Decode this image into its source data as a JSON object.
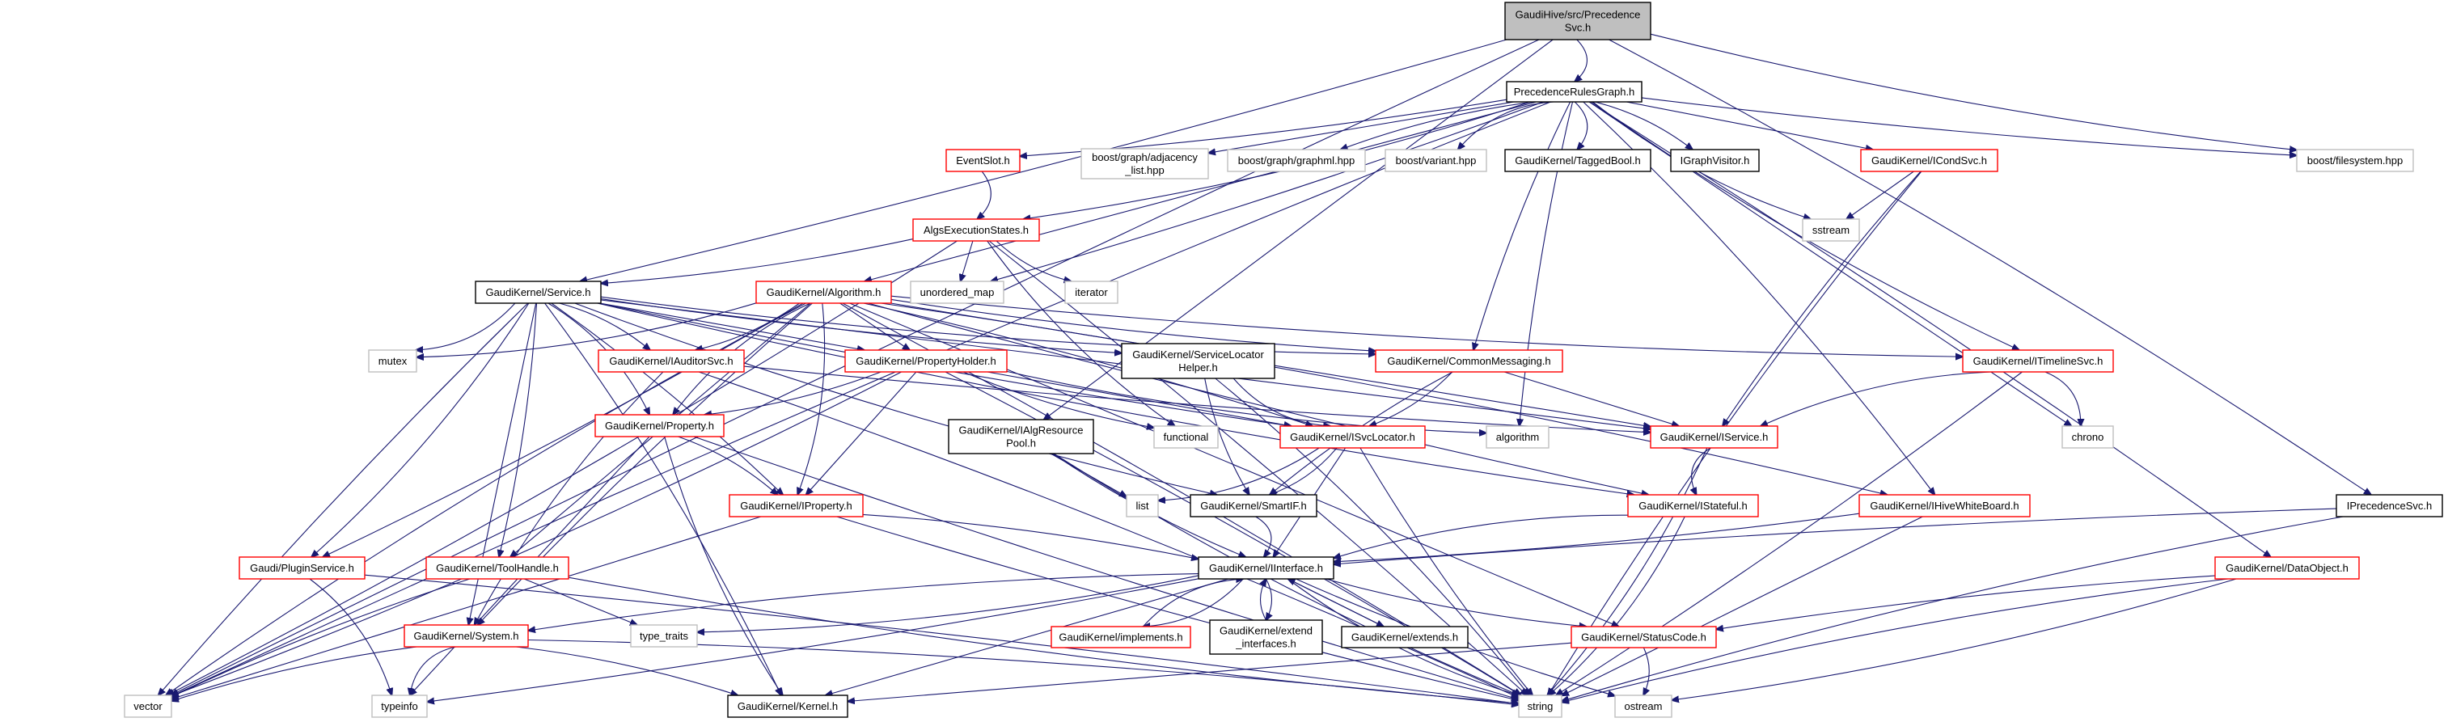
{
  "diagram": {
    "type": "include-dependency-graph",
    "colors": {
      "root_fill": "#bfbfbf",
      "root_border": "#000000",
      "documented_border": "#000000",
      "incomplete_border": "#ff0000",
      "external_border": "#bfbfbf",
      "edge": "#191970"
    },
    "nodes": {
      "root": {
        "lines": [
          "GaudiHive/src/Precedence",
          "Svc.h"
        ],
        "kind": "root"
      },
      "prg": {
        "lines": [
          "PrecedenceRulesGraph.h"
        ],
        "kind": "documented"
      },
      "eventslot": {
        "lines": [
          "EventSlot.h"
        ],
        "kind": "incomplete"
      },
      "adjlist": {
        "lines": [
          "boost/graph/adjacency",
          "_list.hpp"
        ],
        "kind": "external"
      },
      "graphml": {
        "lines": [
          "boost/graph/graphml.hpp"
        ],
        "kind": "external"
      },
      "variant": {
        "lines": [
          "boost/variant.hpp"
        ],
        "kind": "external"
      },
      "taggedbool": {
        "lines": [
          "GaudiKernel/TaggedBool.h"
        ],
        "kind": "documented"
      },
      "igraphvisitor": {
        "lines": [
          "IGraphVisitor.h"
        ],
        "kind": "documented"
      },
      "icondsvc": {
        "lines": [
          "GaudiKernel/ICondSvc.h"
        ],
        "kind": "incomplete"
      },
      "filesystem": {
        "lines": [
          "boost/filesystem.hpp"
        ],
        "kind": "external"
      },
      "sstream": {
        "lines": [
          "sstream"
        ],
        "kind": "external"
      },
      "algsexec": {
        "lines": [
          "AlgsExecutionStates.h"
        ],
        "kind": "incomplete"
      },
      "unordered_map": {
        "lines": [
          "unordered_map"
        ],
        "kind": "external"
      },
      "iterator": {
        "lines": [
          "iterator"
        ],
        "kind": "external"
      },
      "service": {
        "lines": [
          "GaudiKernel/Service.h"
        ],
        "kind": "documented"
      },
      "algorithm_h": {
        "lines": [
          "GaudiKernel/Algorithm.h"
        ],
        "kind": "incomplete"
      },
      "mutex": {
        "lines": [
          "mutex"
        ],
        "kind": "external"
      },
      "iauditorsvc": {
        "lines": [
          "GaudiKernel/IAuditorSvc.h"
        ],
        "kind": "incomplete"
      },
      "propertyholder": {
        "lines": [
          "GaudiKernel/PropertyHolder.h"
        ],
        "kind": "incomplete"
      },
      "slhelper": {
        "lines": [
          "GaudiKernel/ServiceLocator",
          "Helper.h"
        ],
        "kind": "documented"
      },
      "commonmsg": {
        "lines": [
          "GaudiKernel/CommonMessaging.h"
        ],
        "kind": "incomplete"
      },
      "itimelinesvc": {
        "lines": [
          "GaudiKernel/ITimelineSvc.h"
        ],
        "kind": "incomplete"
      },
      "ialgrespool": {
        "lines": [
          "GaudiKernel/IAlgResource",
          "Pool.h"
        ],
        "kind": "documented"
      },
      "functional": {
        "lines": [
          "functional"
        ],
        "kind": "external"
      },
      "isvclocator": {
        "lines": [
          "GaudiKernel/ISvcLocator.h"
        ],
        "kind": "incomplete"
      },
      "algorithm": {
        "lines": [
          "algorithm"
        ],
        "kind": "external"
      },
      "iservice": {
        "lines": [
          "GaudiKernel/IService.h"
        ],
        "kind": "incomplete"
      },
      "chrono": {
        "lines": [
          "chrono"
        ],
        "kind": "external"
      },
      "property": {
        "lines": [
          "GaudiKernel/Property.h"
        ],
        "kind": "incomplete"
      },
      "list": {
        "lines": [
          "list"
        ],
        "kind": "external"
      },
      "smartif": {
        "lines": [
          "GaudiKernel/SmartIF.h"
        ],
        "kind": "documented"
      },
      "iproperty": {
        "lines": [
          "GaudiKernel/IProperty.h"
        ],
        "kind": "incomplete"
      },
      "istateful": {
        "lines": [
          "GaudiKernel/IStateful.h"
        ],
        "kind": "incomplete"
      },
      "ihivewb": {
        "lines": [
          "GaudiKernel/IHiveWhiteBoard.h"
        ],
        "kind": "incomplete"
      },
      "iprecsvc": {
        "lines": [
          "IPrecedenceSvc.h"
        ],
        "kind": "documented"
      },
      "pluginservice": {
        "lines": [
          "Gaudi/PluginService.h"
        ],
        "kind": "incomplete"
      },
      "toolhandle": {
        "lines": [
          "GaudiKernel/ToolHandle.h"
        ],
        "kind": "incomplete"
      },
      "iinterface": {
        "lines": [
          "GaudiKernel/IInterface.h"
        ],
        "kind": "documented"
      },
      "dataobject": {
        "lines": [
          "GaudiKernel/DataObject.h"
        ],
        "kind": "incomplete"
      },
      "implements": {
        "lines": [
          "GaudiKernel/implements.h"
        ],
        "kind": "incomplete"
      },
      "extendif": {
        "lines": [
          "GaudiKernel/extend",
          "_interfaces.h"
        ],
        "kind": "documented"
      },
      "extends": {
        "lines": [
          "GaudiKernel/extends.h"
        ],
        "kind": "documented"
      },
      "statuscode": {
        "lines": [
          "GaudiKernel/StatusCode.h"
        ],
        "kind": "incomplete"
      },
      "system": {
        "lines": [
          "GaudiKernel/System.h"
        ],
        "kind": "incomplete"
      },
      "type_traits": {
        "lines": [
          "type_traits"
        ],
        "kind": "external"
      },
      "vector": {
        "lines": [
          "vector"
        ],
        "kind": "external"
      },
      "typeinfo": {
        "lines": [
          "typeinfo"
        ],
        "kind": "external"
      },
      "kernel": {
        "lines": [
          "GaudiKernel/Kernel.h"
        ],
        "kind": "documented"
      },
      "string": {
        "lines": [
          "string"
        ],
        "kind": "external"
      },
      "ostream": {
        "lines": [
          "ostream"
        ],
        "kind": "external"
      }
    },
    "edges": [
      [
        "root",
        "prg"
      ],
      [
        "root",
        "service"
      ],
      [
        "root",
        "ialgrespool"
      ],
      [
        "root",
        "vector"
      ],
      [
        "root",
        "filesystem"
      ],
      [
        "root",
        "iprecsvc"
      ],
      [
        "prg",
        "eventslot"
      ],
      [
        "prg",
        "adjlist"
      ],
      [
        "prg",
        "graphml"
      ],
      [
        "prg",
        "variant"
      ],
      [
        "prg",
        "taggedbool"
      ],
      [
        "prg",
        "igraphvisitor"
      ],
      [
        "prg",
        "icondsvc"
      ],
      [
        "prg",
        "filesystem"
      ],
      [
        "prg",
        "sstream"
      ],
      [
        "prg",
        "algsexec"
      ],
      [
        "prg",
        "unordered_map"
      ],
      [
        "prg",
        "algorithm_h"
      ],
      [
        "prg",
        "commonmsg"
      ],
      [
        "prg",
        "itimelinesvc"
      ],
      [
        "prg",
        "ihivewb"
      ],
      [
        "prg",
        "dataobject"
      ],
      [
        "prg",
        "chrono"
      ],
      [
        "prg",
        "algorithm"
      ],
      [
        "prg",
        "vector"
      ],
      [
        "eventslot",
        "algsexec"
      ],
      [
        "algsexec",
        "service"
      ],
      [
        "algsexec",
        "unordered_map"
      ],
      [
        "algsexec",
        "iterator"
      ],
      [
        "algsexec",
        "functional"
      ],
      [
        "algsexec",
        "vector"
      ],
      [
        "algsexec",
        "string"
      ],
      [
        "icondsvc",
        "sstream"
      ],
      [
        "icondsvc",
        "iservice"
      ],
      [
        "icondsvc",
        "string"
      ],
      [
        "service",
        "mutex"
      ],
      [
        "service",
        "iauditorsvc"
      ],
      [
        "service",
        "propertyholder"
      ],
      [
        "service",
        "slhelper"
      ],
      [
        "service",
        "commonmsg"
      ],
      [
        "service",
        "property"
      ],
      [
        "service",
        "iproperty"
      ],
      [
        "service",
        "iservice"
      ],
      [
        "service",
        "isvclocator"
      ],
      [
        "service",
        "istateful"
      ],
      [
        "service",
        "pluginservice"
      ],
      [
        "service",
        "toolhandle"
      ],
      [
        "service",
        "system"
      ],
      [
        "service",
        "vector"
      ],
      [
        "service",
        "smartif"
      ],
      [
        "service",
        "kernel"
      ],
      [
        "algorithm_h",
        "iauditorsvc"
      ],
      [
        "algorithm_h",
        "propertyholder"
      ],
      [
        "algorithm_h",
        "commonmsg"
      ],
      [
        "algorithm_h",
        "property"
      ],
      [
        "algorithm_h",
        "iproperty"
      ],
      [
        "algorithm_h",
        "isvclocator"
      ],
      [
        "algorithm_h",
        "iservice"
      ],
      [
        "algorithm_h",
        "istateful"
      ],
      [
        "algorithm_h",
        "itimelinesvc"
      ],
      [
        "algorithm_h",
        "ihivewb"
      ],
      [
        "algorithm_h",
        "pluginservice"
      ],
      [
        "algorithm_h",
        "toolhandle"
      ],
      [
        "algorithm_h",
        "system"
      ],
      [
        "algorithm_h",
        "vector"
      ],
      [
        "algorithm_h",
        "mutex"
      ],
      [
        "algorithm_h",
        "string"
      ],
      [
        "algorithm_h",
        "statuscode"
      ],
      [
        "iauditorsvc",
        "iservice"
      ],
      [
        "iauditorsvc",
        "system"
      ],
      [
        "iauditorsvc",
        "string"
      ],
      [
        "propertyholder",
        "property"
      ],
      [
        "propertyholder",
        "iproperty"
      ],
      [
        "propertyholder",
        "functional"
      ],
      [
        "propertyholder",
        "algorithm"
      ],
      [
        "propertyholder",
        "vector"
      ],
      [
        "propertyholder",
        "string"
      ],
      [
        "propertyholder",
        "isvclocator"
      ],
      [
        "slhelper",
        "smartif"
      ],
      [
        "slhelper",
        "isvclocator"
      ],
      [
        "slhelper",
        "string"
      ],
      [
        "commonmsg",
        "isvclocator"
      ],
      [
        "commonmsg",
        "iservice"
      ],
      [
        "commonmsg",
        "smartif"
      ],
      [
        "itimelinesvc",
        "iservice"
      ],
      [
        "itimelinesvc",
        "chrono"
      ],
      [
        "itimelinesvc",
        "string"
      ],
      [
        "ialgrespool",
        "list"
      ],
      [
        "ialgrespool",
        "iinterface"
      ],
      [
        "ialgrespool",
        "string"
      ],
      [
        "isvclocator",
        "list"
      ],
      [
        "isvclocator",
        "smartif"
      ],
      [
        "isvclocator",
        "iinterface"
      ],
      [
        "isvclocator",
        "string"
      ],
      [
        "iservice",
        "istateful"
      ],
      [
        "iservice",
        "string"
      ],
      [
        "property",
        "iproperty"
      ],
      [
        "property",
        "typeinfo"
      ],
      [
        "property",
        "string"
      ],
      [
        "property",
        "kernel"
      ],
      [
        "smartif",
        "iinterface"
      ],
      [
        "iproperty",
        "iinterface"
      ],
      [
        "iproperty",
        "vector"
      ],
      [
        "iproperty",
        "string"
      ],
      [
        "istateful",
        "iinterface"
      ],
      [
        "istateful",
        "string"
      ],
      [
        "ihivewb",
        "iinterface"
      ],
      [
        "ihivewb",
        "string"
      ],
      [
        "iprecsvc",
        "iinterface"
      ],
      [
        "iprecsvc",
        "string"
      ],
      [
        "pluginservice",
        "typeinfo"
      ],
      [
        "pluginservice",
        "string"
      ],
      [
        "toolhandle",
        "type_traits"
      ],
      [
        "toolhandle",
        "vector"
      ],
      [
        "toolhandle",
        "string"
      ],
      [
        "iinterface",
        "implements"
      ],
      [
        "iinterface",
        "extendif"
      ],
      [
        "iinterface",
        "extends"
      ],
      [
        "iinterface",
        "statuscode"
      ],
      [
        "iinterface",
        "system"
      ],
      [
        "iinterface",
        "type_traits"
      ],
      [
        "iinterface",
        "typeinfo"
      ],
      [
        "iinterface",
        "kernel"
      ],
      [
        "iinterface",
        "ostream"
      ],
      [
        "iinterface",
        "string"
      ],
      [
        "implements",
        "iinterface"
      ],
      [
        "extendif",
        "iinterface"
      ],
      [
        "extends",
        "iinterface"
      ],
      [
        "dataobject",
        "statuscode"
      ],
      [
        "dataobject",
        "string"
      ],
      [
        "dataobject",
        "ostream"
      ],
      [
        "statuscode",
        "ostream"
      ],
      [
        "statuscode",
        "kernel"
      ],
      [
        "system",
        "vector"
      ],
      [
        "system",
        "typeinfo"
      ],
      [
        "system",
        "string"
      ],
      [
        "system",
        "kernel"
      ]
    ]
  }
}
